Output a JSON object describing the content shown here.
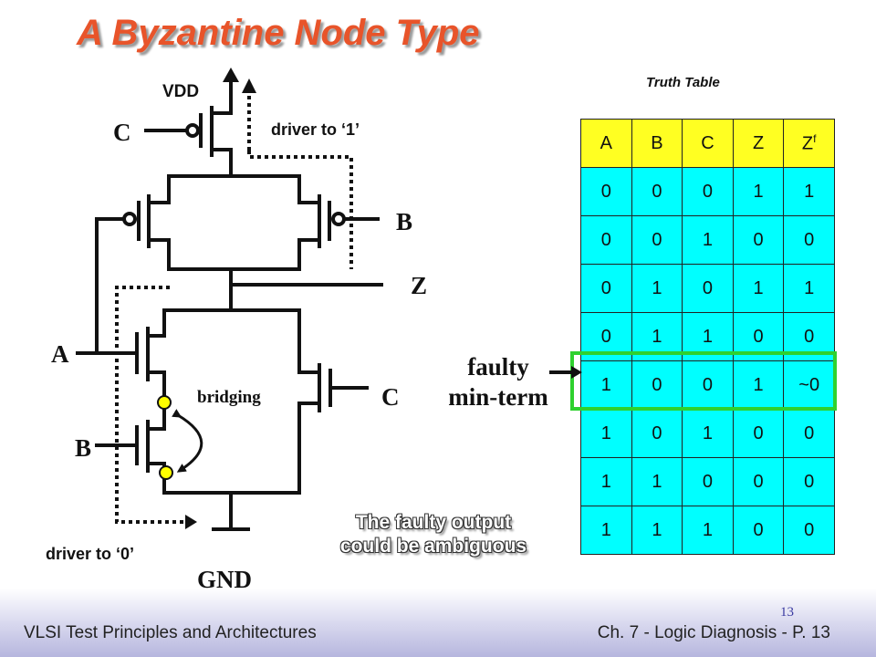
{
  "slide": {
    "title": "A Byzantine Node Type"
  },
  "circuit": {
    "vdd": "VDD",
    "gnd": "GND",
    "in_c_top": "C",
    "in_b_top": "B",
    "out_z": "Z",
    "in_a": "A",
    "in_b_bottom": "B",
    "in_c_bottom": "C",
    "bridging": "bridging",
    "driver_to_1": "driver to ‘1’",
    "driver_to_0": "driver to ‘0’"
  },
  "truth_table": {
    "title": "Truth Table",
    "headers": [
      "A",
      "B",
      "C",
      "Z",
      "Z",
      "f"
    ],
    "rows": [
      [
        "0",
        "0",
        "0",
        "1",
        "1"
      ],
      [
        "0",
        "0",
        "1",
        "0",
        "0"
      ],
      [
        "0",
        "1",
        "0",
        "1",
        "1"
      ],
      [
        "0",
        "1",
        "1",
        "0",
        "0"
      ],
      [
        "1",
        "0",
        "0",
        "1",
        "~0"
      ],
      [
        "1",
        "0",
        "1",
        "0",
        "0"
      ],
      [
        "1",
        "1",
        "0",
        "0",
        "0"
      ],
      [
        "1",
        "1",
        "1",
        "0",
        "0"
      ]
    ],
    "highlight_row_index": 4,
    "highlight_color": "#2fd12f"
  },
  "annotations": {
    "faulty_line1": "faulty",
    "faulty_line2": "min-term",
    "ambiguous_line1": "The faulty output",
    "ambiguous_line2": "could be ambiguous"
  },
  "footer": {
    "left": "VLSI Test Principles and Architectures",
    "right": "Ch. 7 - Logic Diagnosis  - P. 13",
    "page_number": "13"
  },
  "colors": {
    "title": "#e8542a",
    "table_header": "#ffff22",
    "table_body": "#00ffff",
    "node_dot": "#ffff00"
  }
}
